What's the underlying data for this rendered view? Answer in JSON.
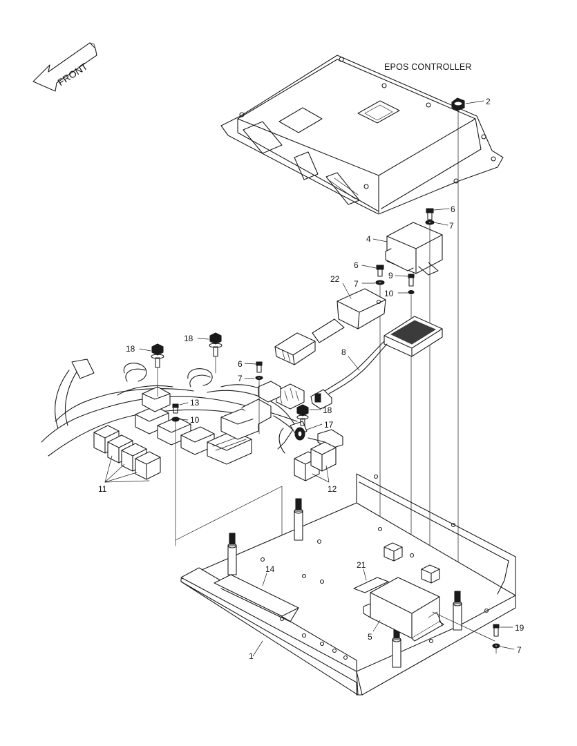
{
  "diagram": {
    "title_label": "EPOS CONTROLLER",
    "front_label": "FRONT",
    "callouts": {
      "c1": "1",
      "c2": "2",
      "c4": "4",
      "c5": "5",
      "c6a": "6",
      "c6b": "6",
      "c6c": "6",
      "c7a": "7",
      "c7b": "7",
      "c7c": "7",
      "c7d": "7",
      "c8": "8",
      "c9": "9",
      "c10a": "10",
      "c10b": "10",
      "c11": "11",
      "c12": "12",
      "c13": "13",
      "c14": "14",
      "c17": "17",
      "c18a": "18",
      "c18b": "18",
      "c18c": "18",
      "c19": "19",
      "c21": "21",
      "c22": "22"
    }
  }
}
